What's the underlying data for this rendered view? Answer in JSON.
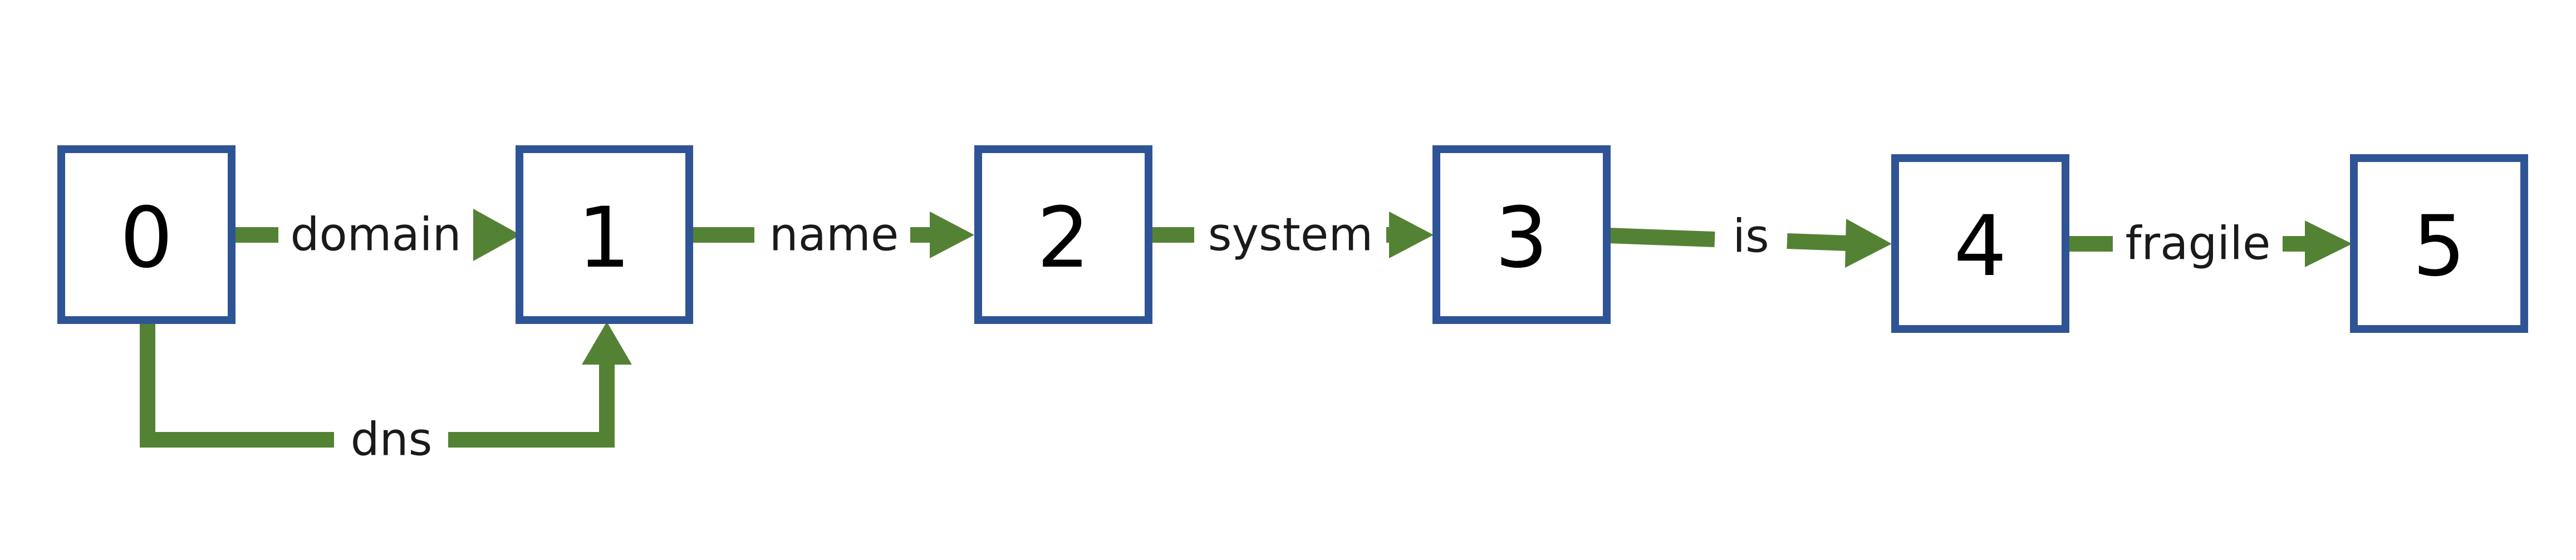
{
  "diagram": {
    "nodes": [
      {
        "id": "0",
        "label": "0"
      },
      {
        "id": "1",
        "label": "1"
      },
      {
        "id": "2",
        "label": "2"
      },
      {
        "id": "3",
        "label": "3"
      },
      {
        "id": "4",
        "label": "4"
      },
      {
        "id": "5",
        "label": "5"
      }
    ],
    "edges": [
      {
        "from": "0",
        "to": "1",
        "label": "domain"
      },
      {
        "from": "1",
        "to": "2",
        "label": "name"
      },
      {
        "from": "2",
        "to": "3",
        "label": "system"
      },
      {
        "from": "3",
        "to": "4",
        "label": "is"
      },
      {
        "from": "4",
        "to": "5",
        "label": "fragile"
      },
      {
        "from": "0",
        "to": "1",
        "label": "dns"
      }
    ],
    "colors": {
      "node_border": "#2f5496",
      "edge": "#548235",
      "text": "#000000"
    }
  }
}
